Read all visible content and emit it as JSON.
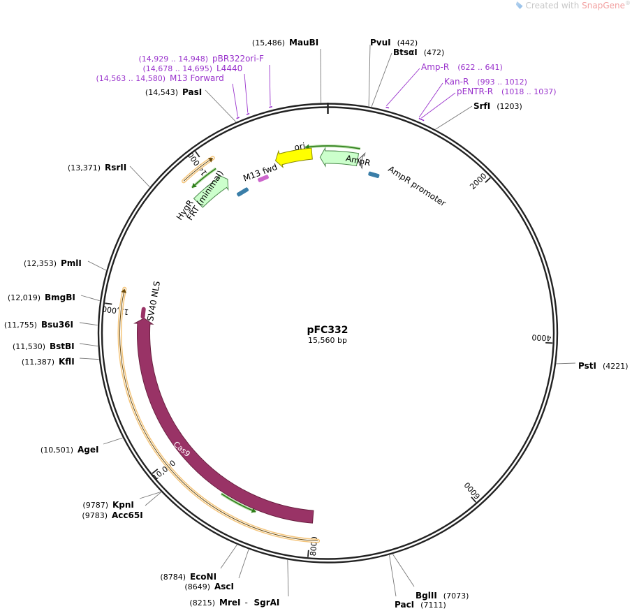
{
  "watermark": {
    "prefix": "Created with ",
    "brand": "SnapGene",
    "mark": "®"
  },
  "plasmid": {
    "name": "pFC332",
    "length_label": "15,560 bp",
    "length": 15560
  },
  "ticks": [
    {
      "pos": 2000,
      "label": "2000"
    },
    {
      "pos": 4000,
      "label": "4000"
    },
    {
      "pos": 6000,
      "label": "6000"
    },
    {
      "pos": 8000,
      "label": "8000"
    },
    {
      "pos": 10000,
      "label": "10,000"
    },
    {
      "pos": 12000,
      "label": "12,000"
    },
    {
      "pos": 14000,
      "label": "14,000"
    }
  ],
  "sites": [
    {
      "name": "MauBI",
      "pos_label": "(15,486)",
      "pos": 15486
    },
    {
      "name": "PvuI",
      "pos_label": "(442)",
      "pos": 442
    },
    {
      "name": "BtsαI",
      "pos_label": "(472)",
      "pos": 472
    },
    {
      "name": "SrfI",
      "pos_label": "(1203)",
      "pos": 1203
    },
    {
      "name": "PstI",
      "pos_label": "(4221)",
      "pos": 4221
    },
    {
      "name": "BglII",
      "pos_label": "(7073)",
      "pos": 7073
    },
    {
      "name": "PacI",
      "pos_label": "(7111)",
      "pos": 7111
    },
    {
      "name": "MreI",
      "sep": "-",
      "name2": "SgrAI",
      "pos_label": "(8215)",
      "pos": 8215
    },
    {
      "name": "AscI",
      "pos_label": "(8649)",
      "pos": 8649
    },
    {
      "name": "EcoNI",
      "pos_label": "(8784)",
      "pos": 8784
    },
    {
      "name": "Acc65I",
      "pos_label": "(9783)",
      "pos": 9783
    },
    {
      "name": "KpnI",
      "pos_label": "(9787)",
      "pos": 9787
    },
    {
      "name": "AgeI",
      "pos_label": "(10,501)",
      "pos": 10501
    },
    {
      "name": "KflI",
      "pos_label": "(11,387)",
      "pos": 11387
    },
    {
      "name": "BstBI",
      "pos_label": "(11,530)",
      "pos": 11530
    },
    {
      "name": "Bsu36I",
      "pos_label": "(11,755)",
      "pos": 11755
    },
    {
      "name": "BmgBI",
      "pos_label": "(12,019)",
      "pos": 12019
    },
    {
      "name": "PmlI",
      "pos_label": "(12,353)",
      "pos": 12353
    },
    {
      "name": "RsrII",
      "pos_label": "(13,371)",
      "pos": 13371
    },
    {
      "name": "PasI",
      "pos_label": "(14,543)",
      "pos": 14543
    }
  ],
  "primers": [
    {
      "name": "Amp-R",
      "range_label": "(622 .. 641)",
      "start": 622,
      "end": 641
    },
    {
      "name": "Kan-R",
      "range_label": "(993 .. 1012)",
      "start": 993,
      "end": 1012
    },
    {
      "name": "pENTR-R",
      "range_label": "(1018 .. 1037)",
      "start": 1018,
      "end": 1037
    },
    {
      "name": "pBR322ori-F",
      "range_label": "(14,929 .. 14,948)",
      "start": 14929,
      "end": 14948
    },
    {
      "name": "L4440",
      "range_label": "(14,678 .. 14,695)",
      "start": 14678,
      "end": 14695
    },
    {
      "name": "M13 Forward",
      "range_label": "(14,563 .. 14,580)",
      "start": 14563,
      "end": 14580
    }
  ],
  "features": [
    {
      "name": "ori",
      "type": "rep_origin",
      "color": "#ffff00"
    },
    {
      "name": "AmpR",
      "type": "cds",
      "color": "#ccffcc"
    },
    {
      "name": "AmpR promoter",
      "type": "promoter",
      "color": "#ffffff"
    },
    {
      "name": "M13 fwd",
      "type": "primer_bind",
      "color": "#cc66cc"
    },
    {
      "name": "HygR",
      "type": "cds",
      "color": "#ccffcc"
    },
    {
      "name": "FRT (minimal)",
      "type": "misc",
      "color": "#ccffcc"
    },
    {
      "name": "SV40 NLS",
      "type": "cds",
      "color": "#993366"
    },
    {
      "name": "Cas9",
      "type": "cds",
      "color": "#993366"
    }
  ],
  "colors": {
    "backbone": "#222222",
    "orf_fill": "#ffffff",
    "orf_outline": "#f5c57a",
    "orf_arrow": "#2e7d1a",
    "primer": "#9932cc",
    "cas9": "#993366",
    "ori": "#ffff00",
    "cds_green": "#ccffcc",
    "cds_green_stroke": "#4d8a4d",
    "promoter_blue": "#3a7ea8"
  }
}
